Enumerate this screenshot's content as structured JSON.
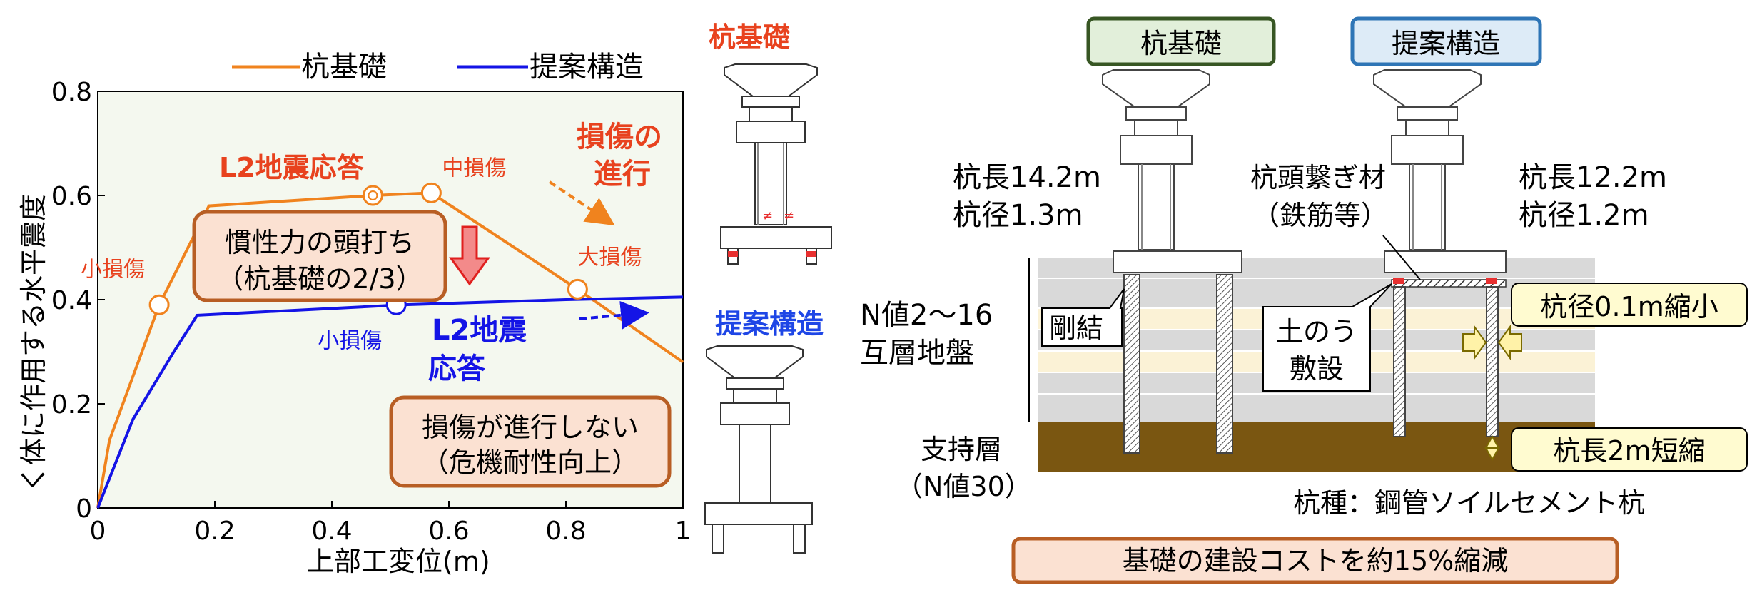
{
  "chart_data": {
    "type": "line",
    "xlabel": "上部工変位(m)",
    "ylabel": "く体に作用する水平震度",
    "xlim": [
      0,
      1
    ],
    "ylim": [
      0,
      0.8
    ],
    "xticks": [
      "0",
      "0.2",
      "0.4",
      "0.6",
      "0.8",
      "1"
    ],
    "yticks": [
      "0",
      "0.2",
      "0.4",
      "0.6",
      "0.8"
    ],
    "grid": false,
    "legend_position": "top",
    "series": [
      {
        "name": "杭基礎",
        "color": "#f0831e",
        "points": [
          [
            0,
            0
          ],
          [
            0.02,
            0.13
          ],
          [
            0.105,
            0.39
          ],
          [
            0.19,
            0.58
          ],
          [
            0.47,
            0.6
          ],
          [
            0.57,
            0.605
          ],
          [
            0.82,
            0.42
          ],
          [
            1.0,
            0.28
          ]
        ]
      },
      {
        "name": "提案構造",
        "color": "#1414e6",
        "points": [
          [
            0,
            0
          ],
          [
            0.06,
            0.17
          ],
          [
            0.13,
            0.3
          ],
          [
            0.17,
            0.37
          ],
          [
            0.52,
            0.39
          ],
          [
            0.8,
            0.4
          ],
          [
            1.0,
            0.405
          ]
        ]
      }
    ],
    "markers": [
      {
        "series": "杭基礎",
        "x": 0.105,
        "y": 0.39,
        "label": "小損傷"
      },
      {
        "series": "杭基礎",
        "x": 0.47,
        "y": 0.6,
        "label": ""
      },
      {
        "series": "杭基礎",
        "x": 0.57,
        "y": 0.605,
        "label": "中損傷"
      },
      {
        "series": "杭基礎",
        "x": 0.82,
        "y": 0.42,
        "label": "大損傷"
      },
      {
        "series": "提案構造",
        "x": 0.51,
        "y": 0.39,
        "label": "小損傷"
      }
    ]
  },
  "chart_text": {
    "l2_pile": "L2地震応答",
    "damage_progress": [
      "損傷の",
      "進行"
    ],
    "inertia_box": [
      "慣性力の頭打ち",
      "（杭基礎の2/3）"
    ],
    "l2_proposed": [
      "L2地震",
      "応答"
    ],
    "no_progress_box": [
      "損傷が進行しない",
      "（危機耐性向上）"
    ]
  },
  "middle": {
    "pile_title": "杭基礎",
    "proposed_title": "提案構造"
  },
  "right": {
    "pile_label": "杭基礎",
    "proposed_label": "提案構造",
    "pile_spec": [
      "杭長14.2m",
      "杭径1.3m"
    ],
    "proposed_spec": [
      "杭長12.2m",
      "杭径1.2m"
    ],
    "tie": [
      "杭頭繋ぎ材",
      "（鉄筋等）"
    ],
    "ground": [
      "N値2～16",
      "互層地盤"
    ],
    "rigid": "剛結",
    "sandbag": [
      "土のう",
      "敷設"
    ],
    "dia_reduce": "杭径0.1m縮小",
    "len_reduce": "杭長2m短縮",
    "bearing": [
      "支持層",
      "（N値30）"
    ],
    "pile_type": "杭種：鋼管ソイルセメント杭",
    "cost": "基礎の建設コストを約15%縮減"
  }
}
